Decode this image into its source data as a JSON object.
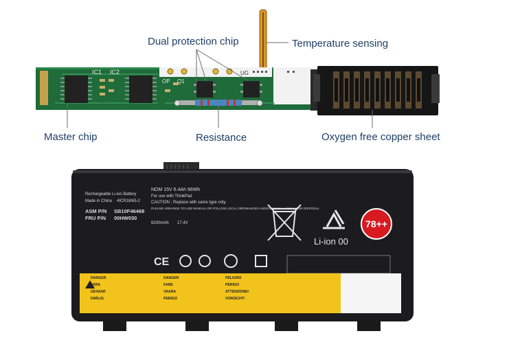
{
  "callouts": {
    "dual_protection": "Dual protection chip",
    "temperature": "Temperature sensing",
    "master": "Master chip",
    "resistance": "Resistance",
    "copper": "Oxygen free copper sheet"
  },
  "board_marks": {
    "ic1": "IC1",
    "ic2": "IC2",
    "op": "OP",
    "q1": "Q1",
    "ug": "UG"
  },
  "battery": {
    "line1": "Rechargeable Li-ion Battery",
    "line2": "Made in China",
    "line3": "ASM P/N",
    "line3_val": "SB10F46468",
    "line4": "FRU P/N",
    "line4_val": "00HW030",
    "model": "4ICR18/65-2",
    "nom": "NOM 15V 6.4Ah 96Wh",
    "for_use": "For use with ThinkPad",
    "caution": "CAUTION : Replace with same type only.",
    "dispose": "PLEASE ARRANGE TO USE MANUAL OR FOLLOW LOCAL ORDINANCES AND/OR REGULATIONS FOR DISPOSAL",
    "capacity": "6200mAh",
    "voltage": "17.4V",
    "li_ion": "Li-ion 00",
    "badge": "78++",
    "cert_ce": "CE",
    "danger": [
      "DANGER",
      "FARA",
      "GEVAAR",
      "FARLIG"
    ],
    "danger2": [
      "DANGER",
      "FARE",
      "VAARA",
      "PERIGO"
    ],
    "danger3": [
      "PELIGRO",
      "PERIGO",
      "ATTENZIONE!",
      "VORSICHT!"
    ]
  },
  "colors": {
    "callout_text": "#1f3f66",
    "pcb_green": "#1f6b3a",
    "battery_body": "#1c1c1e",
    "warning_yellow": "#f2c31b",
    "badge_red": "#d71920"
  }
}
